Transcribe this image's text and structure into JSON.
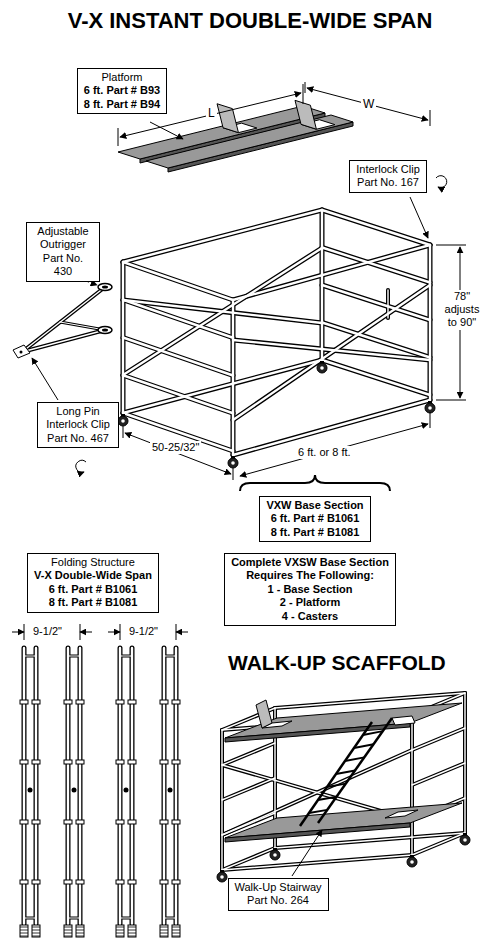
{
  "diagram": {
    "title": "V-X INSTANT DOUBLE-WIDE SPAN",
    "nodes": [
      {
        "text": [
          "Platform",
          "6 ft. Part # B93",
          "8 ft. Part # B94"
        ]
      },
      {
        "text": [
          "Interlock Clip",
          "Part No. 167"
        ]
      },
      {
        "text": [
          "Adjustable Outrigger",
          "Part No. 430"
        ]
      },
      {
        "text": [
          "Long Pin Interlock Clip",
          "Part No. 467"
        ]
      },
      {
        "text": [
          "VXW Base Section",
          "6 ft. Part # B1061",
          "8 ft. Part # B1081"
        ]
      },
      {
        "text": [
          "Complete VXSW Base Section",
          "Requires The Following:",
          "1 - Base Section",
          "2 - Platform",
          "4 - Casters"
        ]
      },
      {
        "text": [
          "Folding Structure",
          "V-X Double-Wide Span",
          "6 ft. Part # B1061",
          "8 ft. Part # B1081"
        ]
      },
      {
        "text": [
          "Walk-Up Stairway",
          "Part No. 264"
        ]
      }
    ],
    "labels": [
      "WALK-UP SCAFFOLD",
      "L",
      "W",
      "78\" adjusts to 90\"",
      "50-25/32\"",
      "6 ft. or 8 ft.",
      "9-1/2\"",
      "9-1/2\""
    ]
  }
}
